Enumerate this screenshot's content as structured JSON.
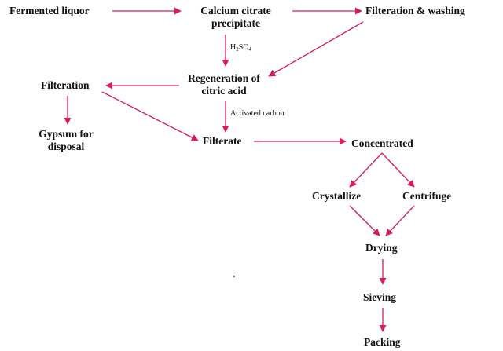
{
  "colors": {
    "arrow": "#d81b60",
    "text": "#111111",
    "background": "#ffffff"
  },
  "nodes": {
    "fermented_liquor": "Fermented liquor",
    "calcium_citrate": [
      "Calcium citrate",
      "precipitate"
    ],
    "filteration_washing": "Filteration & washing",
    "regeneration": [
      "Regeneration of",
      "citric acid"
    ],
    "filteration": "Filteration",
    "gypsum": [
      "Gypsum for",
      "disposal"
    ],
    "filterate": "Filterate",
    "concentrated": "Concentrated",
    "crystallize": "Crystallize",
    "centrifuge": "Centrifuge",
    "drying": "Drying",
    "sieving": "Sieving",
    "packing": "Packing"
  },
  "edge_labels": {
    "h2so4": {
      "main": "H",
      "sub1": "2",
      "mid": "SO",
      "sub2": "4"
    },
    "activated_carbon": "Activated carbon"
  }
}
